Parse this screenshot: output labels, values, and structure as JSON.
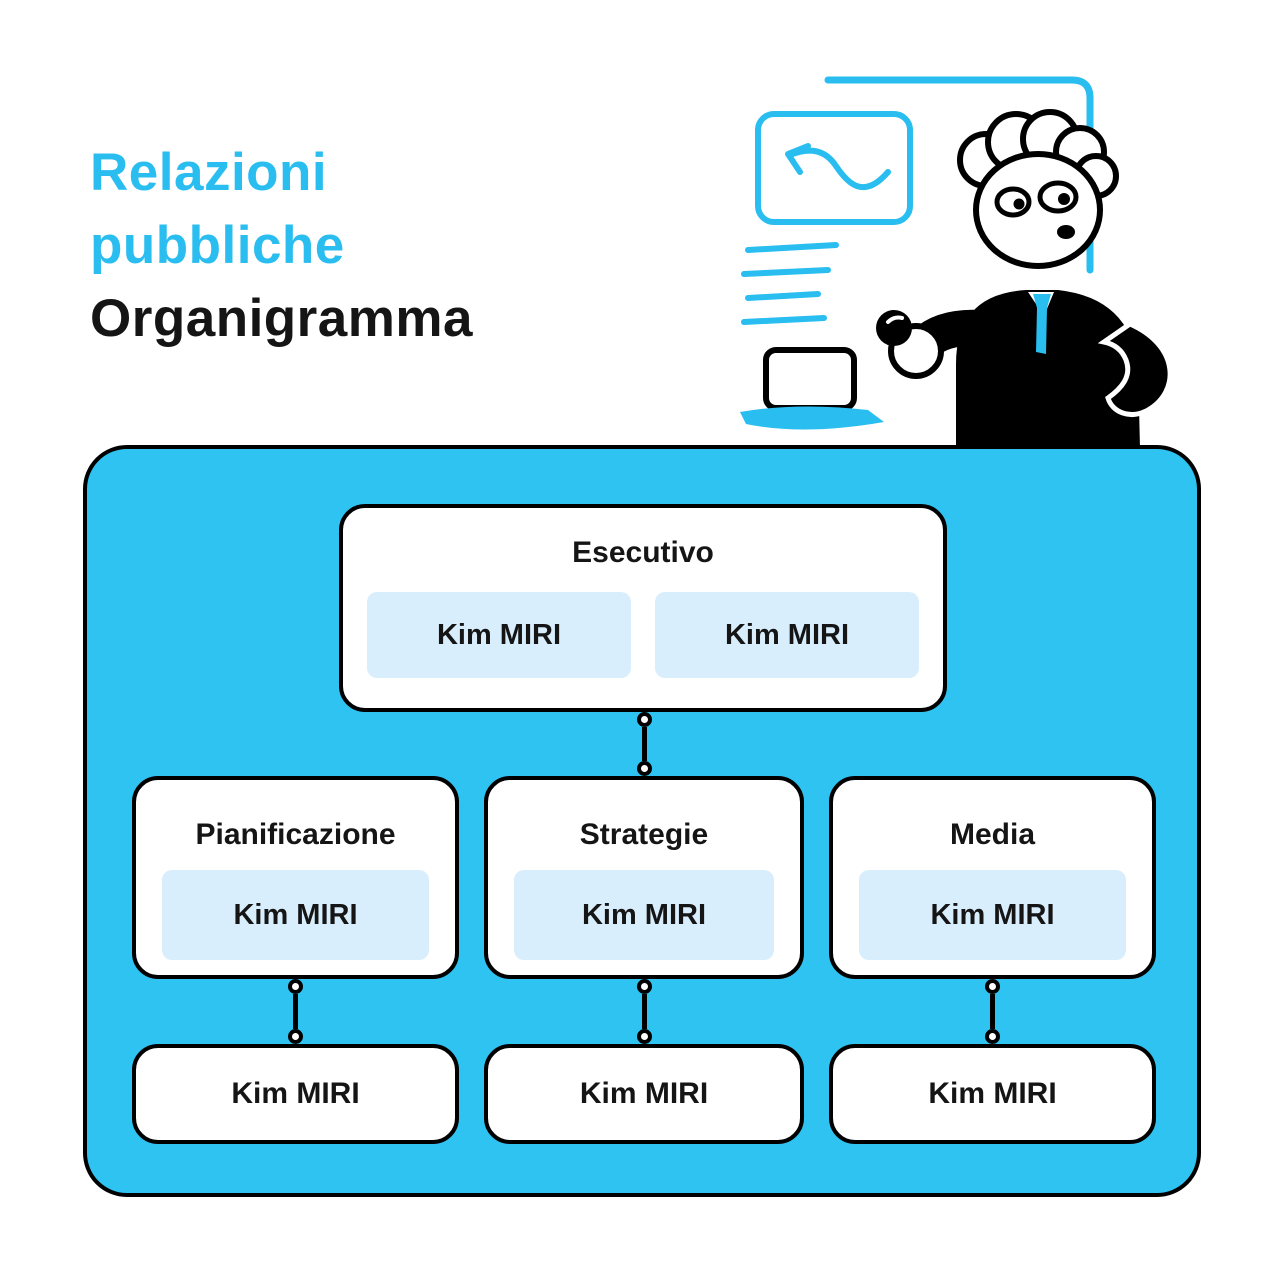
{
  "title": {
    "line1": "Relazioni",
    "line2": "pubbliche",
    "line3": "Organigramma"
  },
  "colors": {
    "accent": "#29BDF0",
    "panel": "#2EC3F0",
    "member_bg": "#D8EEFC",
    "outline": "#000000"
  },
  "illustration": {
    "name": "presenter-with-chart"
  },
  "org": {
    "root": {
      "label": "Esecutivo",
      "members": [
        "Kim MIRI",
        "Kim MIRI"
      ]
    },
    "departments": [
      {
        "label": "Pianificazione",
        "member": "Kim MIRI",
        "report": "Kim MIRI"
      },
      {
        "label": "Strategie",
        "member": "Kim MIRI",
        "report": "Kim MIRI"
      },
      {
        "label": "Media",
        "member": "Kim MIRI",
        "report": "Kim MIRI"
      }
    ]
  }
}
